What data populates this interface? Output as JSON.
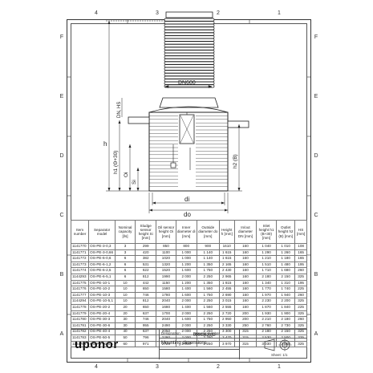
{
  "grid": {
    "top": [
      "4",
      "3",
      "2",
      "1"
    ],
    "bottom": [
      "4",
      "3",
      "2",
      "1"
    ],
    "left": [
      "F",
      "E",
      "D",
      "C",
      "B",
      "A"
    ],
    "right": [
      "F",
      "E",
      "D",
      "C",
      "B",
      "A"
    ]
  },
  "drawing": {
    "dn_label": "DN600",
    "dim_labels": {
      "dn_hs": "DN, HS",
      "h": "h",
      "h1": "h1 (Θ+30)",
      "oi": "Oi",
      "si": "Si",
      "h2": "h2 (B)",
      "di": "di",
      "do": "do"
    }
  },
  "table": {
    "headers": [
      "Item number",
      "Separator model",
      "Nominal capacity [l/s]",
      "Sludge sensor height Si [mm]",
      "Oil sensor height Oi [mm]",
      "Inner diameter di [mm]",
      "Outside diameter do [mm]",
      "Height h [mm]",
      "In/out diameter DN [mm]",
      "Inlet height h1 (B+30) [mm]",
      "Outlet height h2 (B) [mm]",
      "HS [mm]"
    ],
    "rows": [
      [
        "1141770",
        "OS-PE-3-0,3",
        "3",
        "299",
        "850",
        "800",
        "900",
        "1610",
        "160",
        "1 040",
        "1 010",
        "108"
      ],
      [
        "1141771",
        "OS-PE-3-0,66",
        "3",
        "420",
        "1100",
        "1 000",
        "1 140",
        "1 615",
        "160",
        "1 290",
        "1 260",
        "165"
      ],
      [
        "1141772",
        "OS-PE-6-0,6",
        "6",
        "382",
        "1020",
        "1 000",
        "1 140",
        "1 615",
        "160",
        "1 210",
        "1 180",
        "165"
      ],
      [
        "1141773",
        "OS-PE-6-1,2",
        "6",
        "531",
        "1320",
        "1 200",
        "1 350",
        "2 165",
        "160",
        "1 510",
        "1 480",
        "195"
      ],
      [
        "1141774",
        "OS-PE-6-2,5",
        "6",
        "622",
        "1520",
        "1 600",
        "1 750",
        "2 430",
        "160",
        "1 710",
        "1 680",
        "260"
      ],
      [
        "1144293",
        "OS-PE-6-5,1",
        "6",
        "812",
        "1990",
        "2 000",
        "2 250",
        "2 965",
        "160",
        "2 180",
        "2 150",
        "325"
      ],
      [
        "1141775",
        "OS-PE-10-1",
        "10",
        "442",
        "1150",
        "1 200",
        "1 350",
        "1 815",
        "160",
        "1 340",
        "1 310",
        "195"
      ],
      [
        "1141776",
        "OS-PE-10-2",
        "10",
        "650",
        "1580",
        "1 400",
        "1 560",
        "2 455",
        "160",
        "1 770",
        "1 740",
        "225"
      ],
      [
        "1141777",
        "OS-PE-10-3",
        "10",
        "746",
        "1780",
        "1 600",
        "1 750",
        "2 690",
        "160",
        "1 970",
        "1 940",
        "260"
      ],
      [
        "1144294",
        "OS-PE-10-5,1",
        "10",
        "812",
        "2040",
        "2 000",
        "2 250",
        "3 015",
        "160",
        "2 230",
        "2 200",
        "325"
      ],
      [
        "1141778",
        "OS-PE-20-2",
        "20",
        "650",
        "1680",
        "1 400",
        "1 560",
        "2 555",
        "160",
        "1 870",
        "1 840",
        "225"
      ],
      [
        "1141779",
        "OS-PE-20-4",
        "20",
        "637",
        "1700",
        "2 000",
        "2 250",
        "2 720",
        "200",
        "1 930",
        "1 900",
        "325"
      ],
      [
        "1141780",
        "OS-PE-30-3",
        "30",
        "746",
        "2040",
        "1 600",
        "1 750",
        "2 950",
        "200",
        "2 210",
        "2 180",
        "260"
      ],
      [
        "1141781",
        "OS-PE-30-6",
        "30",
        "955",
        "2490",
        "2 000",
        "2 250",
        "3 330",
        "250",
        "2 760",
        "2 730",
        "325"
      ],
      [
        "1141782",
        "OS-PE-40-4",
        "40",
        "637",
        "2050",
        "2 000",
        "2 250",
        "3 300",
        "315",
        "2 180",
        "2 150",
        "325"
      ],
      [
        "1141783",
        "OS-PE-50-5",
        "50",
        "796",
        "2280",
        "2 000",
        "2 250",
        "3 470",
        "315",
        "2 530",
        "2 500",
        "325"
      ],
      [
        "1141784",
        "OS-PE-60-6,1",
        "60",
        "971",
        "2720",
        "2 000",
        "2 250",
        "3 970",
        "315",
        "3 030",
        "3 000",
        "325"
      ]
    ]
  },
  "title_block": {
    "logo": "uponor",
    "designation_caption": "Designation",
    "designation": "Mounting dimensions",
    "drawing_number_caption": "Drawing number",
    "drawing_number": "0000363032",
    "sheet": "Sheet: 1/1"
  }
}
